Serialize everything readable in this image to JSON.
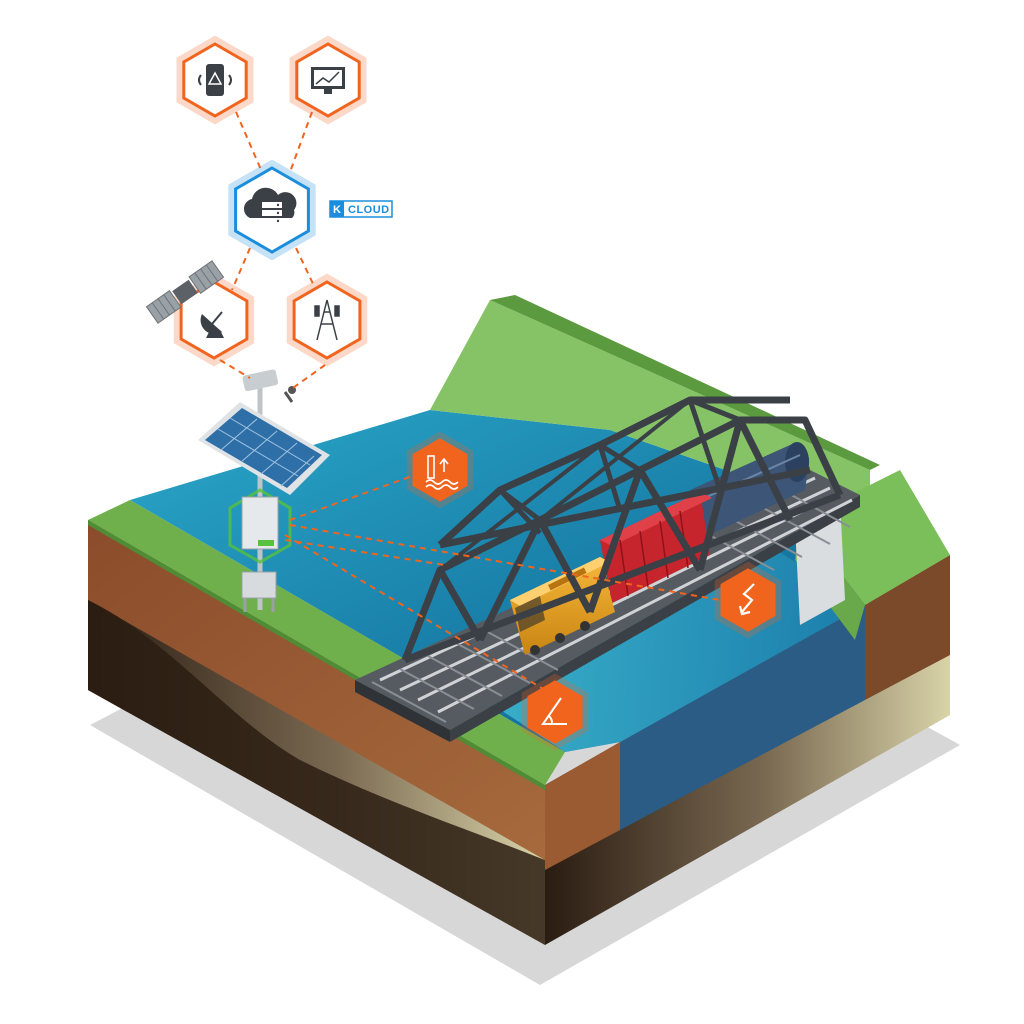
{
  "brand": {
    "prefix": "K",
    "name": "CLOUD",
    "color": "#1a8ddc"
  },
  "colors": {
    "accent_orange": "#f0641e",
    "cloud_blue": "#1a8ddc",
    "grass": "#7bbf5a",
    "soil": "#8a4b2a",
    "water": "#1f7fb0",
    "bridge": "#3b4046"
  },
  "nodes": [
    {
      "id": "mobile-alert",
      "icon": "phone-alert-icon"
    },
    {
      "id": "monitor-dashboard",
      "icon": "monitor-chart-icon"
    },
    {
      "id": "cloud-server",
      "icon": "cloud-server-icon"
    },
    {
      "id": "satellite-dish",
      "icon": "satellite-dish-icon"
    },
    {
      "id": "cell-tower",
      "icon": "cell-tower-icon"
    },
    {
      "id": "water-level-sensor",
      "icon": "water-level-icon"
    },
    {
      "id": "vibration-sensor",
      "icon": "vibration-icon"
    },
    {
      "id": "tilt-sensor",
      "icon": "tilt-angle-icon"
    }
  ]
}
